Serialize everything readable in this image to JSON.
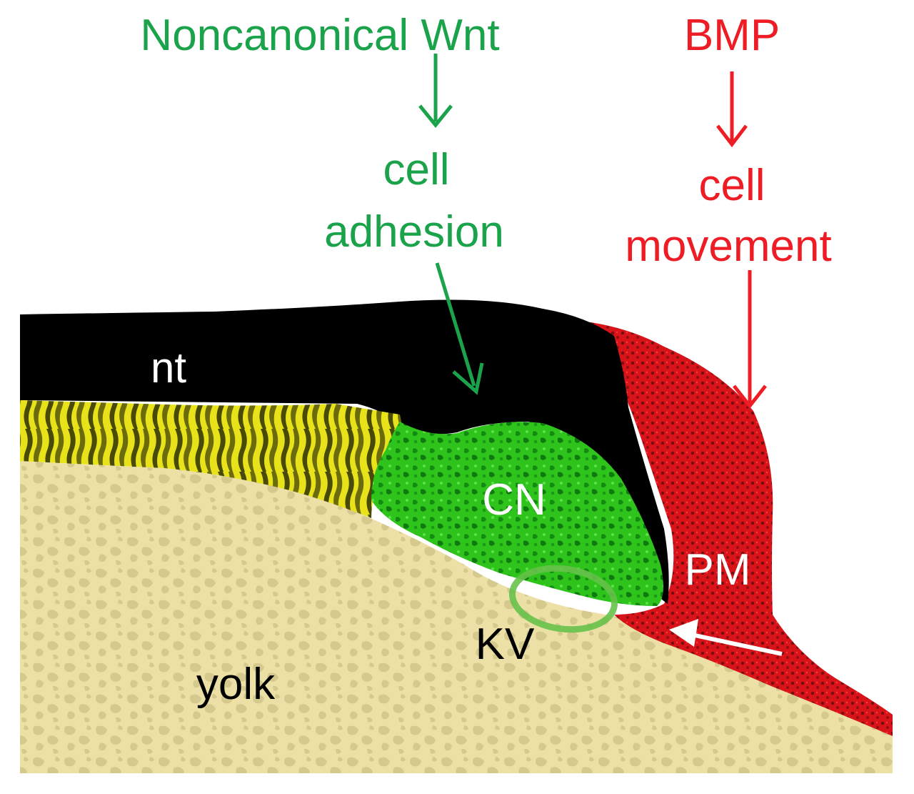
{
  "pathways": {
    "wnt": {
      "signal": "Noncanonical Wnt",
      "effect_line1": "cell",
      "effect_line2": "adhesion",
      "color": "#1aa34a"
    },
    "bmp": {
      "signal": "BMP",
      "effect_line1": "cell",
      "effect_line2": "movement",
      "color": "#ee1c24"
    }
  },
  "regions": {
    "nt": "nt",
    "cn": "CN",
    "pm": "PM",
    "kv": "KV",
    "yolk": "yolk"
  },
  "colors": {
    "neural_tube": "#000000",
    "notochord_band": "#e8e21a",
    "chordoneural_hinge": "#2ec41c",
    "posterior_mesoderm": "#d8141a",
    "yolk": "#ede0a6",
    "yolk_mottle": "#d6c98e",
    "kv_ring": "#66c24a",
    "pointer_arrow": "#ffffff"
  }
}
